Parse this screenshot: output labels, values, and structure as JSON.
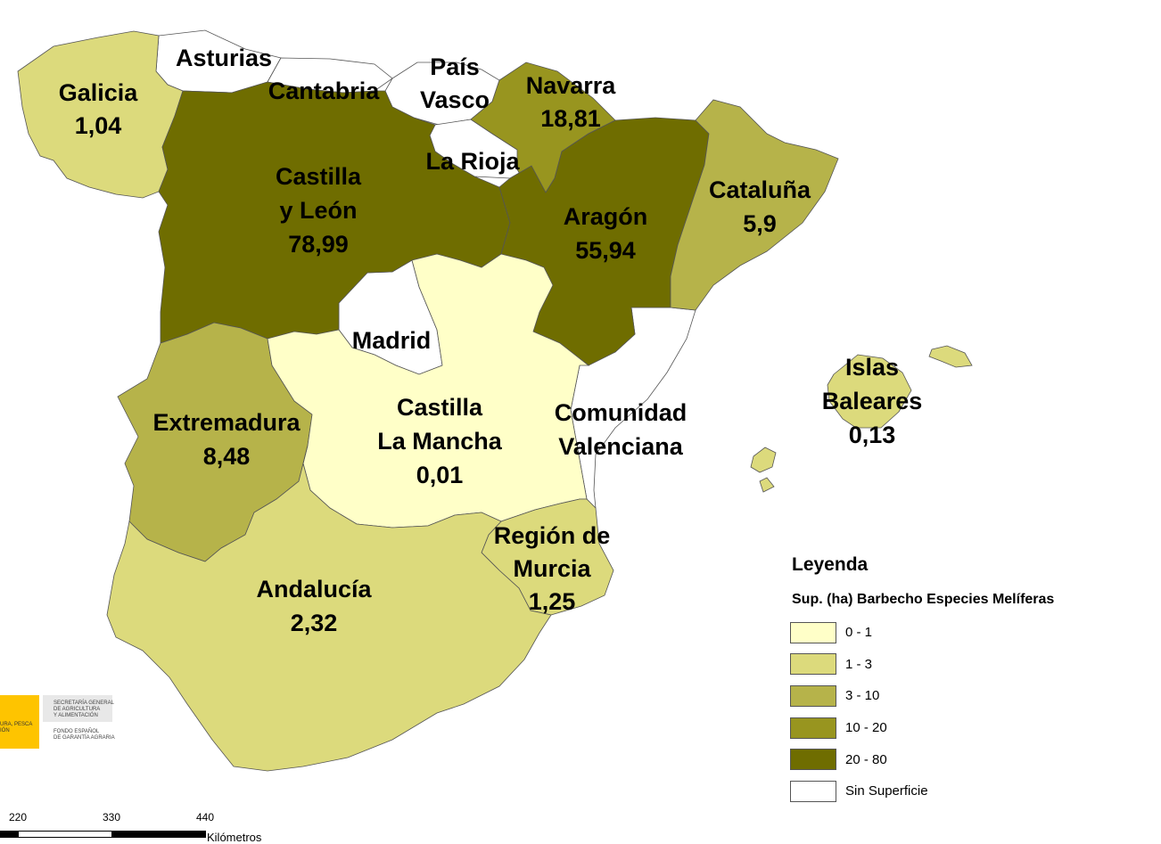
{
  "legend": {
    "title": "Leyenda",
    "subtitle": "Sup. (ha) Barbecho Especies Melíferas",
    "classes": [
      {
        "label": "0 - 1",
        "color": "#ffffc8"
      },
      {
        "label": "1 - 3",
        "color": "#dcda7c"
      },
      {
        "label": "3 - 10",
        "color": "#b6b34a"
      },
      {
        "label": "10 - 20",
        "color": "#98951f"
      },
      {
        "label": "20 - 80",
        "color": "#6f6d00"
      },
      {
        "label": "Sin Superficie",
        "color": "#ffffff"
      }
    ]
  },
  "regions": {
    "galicia": {
      "name": "Galicia",
      "value": "1,04",
      "class": "1 - 3"
    },
    "asturias": {
      "name": "Asturias",
      "class": "Sin Superficie"
    },
    "cantabria": {
      "name": "Cantabria",
      "class": "Sin Superficie"
    },
    "pais_vasco": {
      "name1": "País",
      "name2": "Vasco",
      "class": "Sin Superficie"
    },
    "navarra": {
      "name": "Navarra",
      "value": "18,81",
      "class": "10 - 20"
    },
    "la_rioja": {
      "name": "La Rioja",
      "class": "Sin Superficie"
    },
    "castilla_leon": {
      "name1": "Castilla",
      "name2": "y León",
      "value": "78,99",
      "class": "20 - 80"
    },
    "aragon": {
      "name": "Aragón",
      "value": "55,94",
      "class": "20 - 80"
    },
    "cataluna": {
      "name": "Cataluña",
      "value": "5,9",
      "class": "3 - 10"
    },
    "madrid": {
      "name": "Madrid",
      "class": "Sin Superficie"
    },
    "extremadura": {
      "name": "Extremadura",
      "value": "8,48",
      "class": "3 - 10"
    },
    "castilla_la_mancha": {
      "name1": "Castilla",
      "name2": "La Mancha",
      "value": "0,01",
      "class": "0 - 1"
    },
    "valencia": {
      "name1": "Comunidad",
      "name2": "Valenciana",
      "class": "Sin Superficie"
    },
    "baleares": {
      "name1": "Islas",
      "name2": "Baleares",
      "value": "0,13",
      "class": "1 - 3"
    },
    "murcia": {
      "name1": "Región de",
      "name2": "Murcia",
      "value": "1,25",
      "class": "1 - 3"
    },
    "andalucia": {
      "name": "Andalucía",
      "value": "2,32",
      "class": "1 - 3"
    }
  },
  "logo": {
    "left_text": "URA, PESCA\nIÓN",
    "top_text": "SECRETARÍA GENERAL\nDE AGRICULTURA\nY ALIMENTACIÓN",
    "bottom_text": "FONDO ESPAÑOL\nDE GARANTÍA AGRARIA"
  },
  "scale": {
    "ticks": [
      "220",
      "330",
      "440"
    ],
    "unit": "Kilómetros"
  }
}
